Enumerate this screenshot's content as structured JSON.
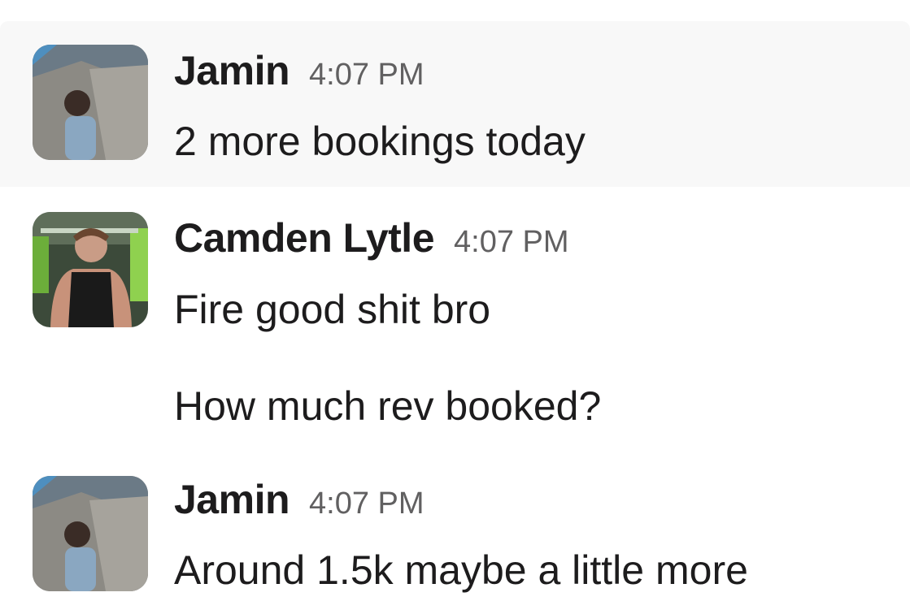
{
  "messages": [
    {
      "author": "Jamin",
      "time": "4:07 PM",
      "lines": [
        "2 more bookings today"
      ]
    },
    {
      "author": "Camden Lytle",
      "time": "4:07 PM",
      "lines": [
        "Fire good shit bro",
        "How much rev booked?"
      ]
    },
    {
      "author": "Jamin",
      "time": "4:07 PM",
      "lines": [
        "Around 1.5k maybe a little more"
      ]
    }
  ],
  "colors": {
    "text": "#1d1c1d",
    "timestamp": "#616061",
    "hover_background": "#f8f8f8"
  }
}
